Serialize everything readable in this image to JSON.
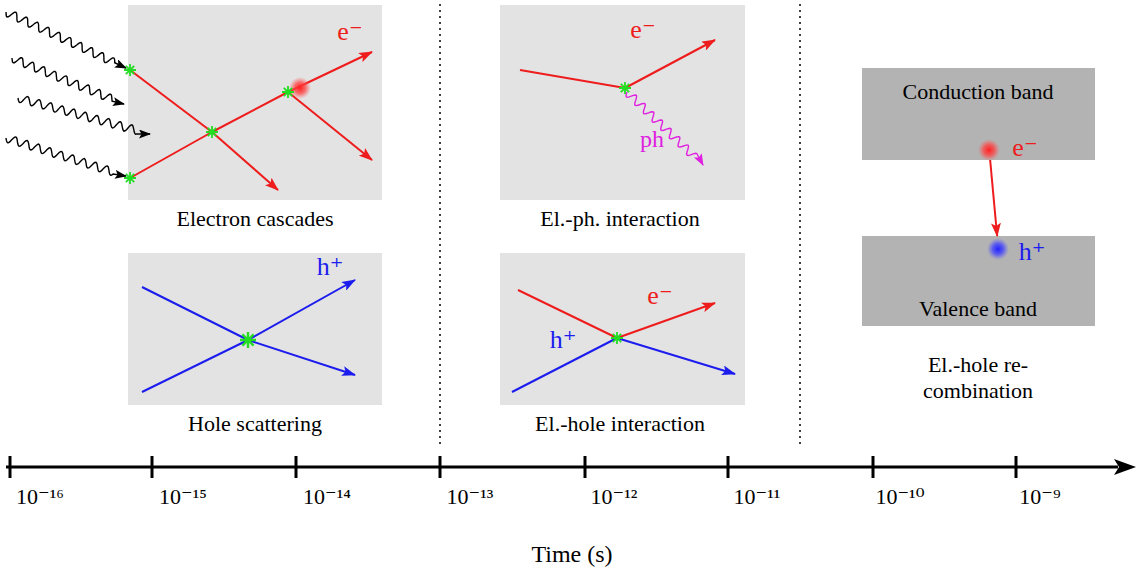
{
  "diagram": {
    "nodes": [
      {
        "text": [
          "e⁻",
          "Electron cascades"
        ]
      },
      {
        "text": [
          "h⁺",
          "Hole scattering"
        ]
      },
      {
        "text": [
          "e⁻",
          "ph",
          "El.-ph. interaction"
        ]
      },
      {
        "text": [
          "e⁻",
          "h⁺",
          "El.-hole interaction"
        ]
      },
      {
        "text": [
          "Conduction band",
          "e⁻"
        ]
      },
      {
        "text": [
          "h⁺",
          "Valence band"
        ]
      }
    ],
    "edges": [
      {
        "from": 4,
        "to": 5,
        "arrow": "to"
      }
    ],
    "labels": [
      "El.-hole re- combination",
      "10⁻¹⁶",
      "10⁻¹⁵",
      "10⁻¹⁴",
      "10⁻¹³",
      "10⁻¹²",
      "10⁻¹¹",
      "10⁻¹⁰",
      "10⁻⁹",
      "Time (s)"
    ]
  }
}
